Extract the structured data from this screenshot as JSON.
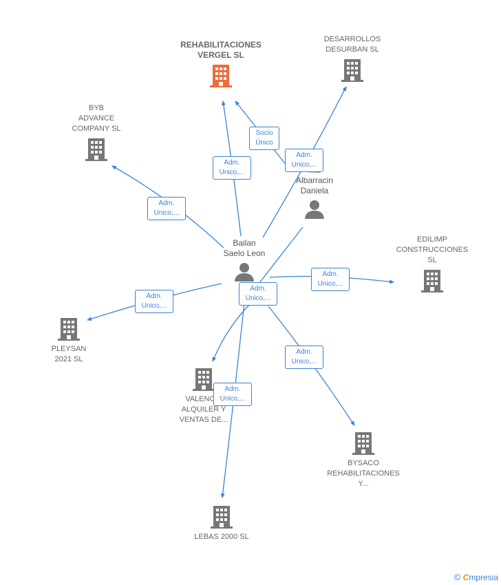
{
  "colors": {
    "accent": "#3b82d6",
    "building": "#777777",
    "main_building": "#f06a3a",
    "person": "#777777"
  },
  "companies": {
    "rehabilitaciones": "REHABILITACIONES\nVERGEL  SL",
    "desarrollos": "DESARROLLOS\nDESURBAN  SL",
    "byb": "BYB\nADVANCE\nCOMPANY  SL",
    "edilimp": "EDILIMP\nCONSTRUCCIONES\nSL",
    "pleysan": "PLEYSAN\n2021  SL",
    "valencia": "VALENCIA\nALQUILER Y\nVENTAS DE...",
    "bysaco": "BYSACO\nREHABILITACIONES\nY...",
    "lebas": "LEBAS 2000 SL"
  },
  "persons": {
    "bailan": "Bailan\nSaelo Leon",
    "albarracin": "...a\nAlbarracin\nDaniela"
  },
  "edge_labels": {
    "socio": "Socio\nÚnico",
    "adm_rehab": "Adm.\nUnico,...",
    "adm_desarrollos": "Adm.\nUnico,...",
    "adm_byb": "Adm.\nUnico,...",
    "adm_edilimp": "Adm.\nUnico,...",
    "adm_pleysan": "Adm.\nUnico,...",
    "adm_center": "Adm.\nUnico,...",
    "adm_bysaco": "Adm.\nUnico,...",
    "adm_lebas": "Adm.\nUnico,..."
  },
  "brand": {
    "copyright": "©",
    "first": "C",
    "rest": "mpresia"
  }
}
